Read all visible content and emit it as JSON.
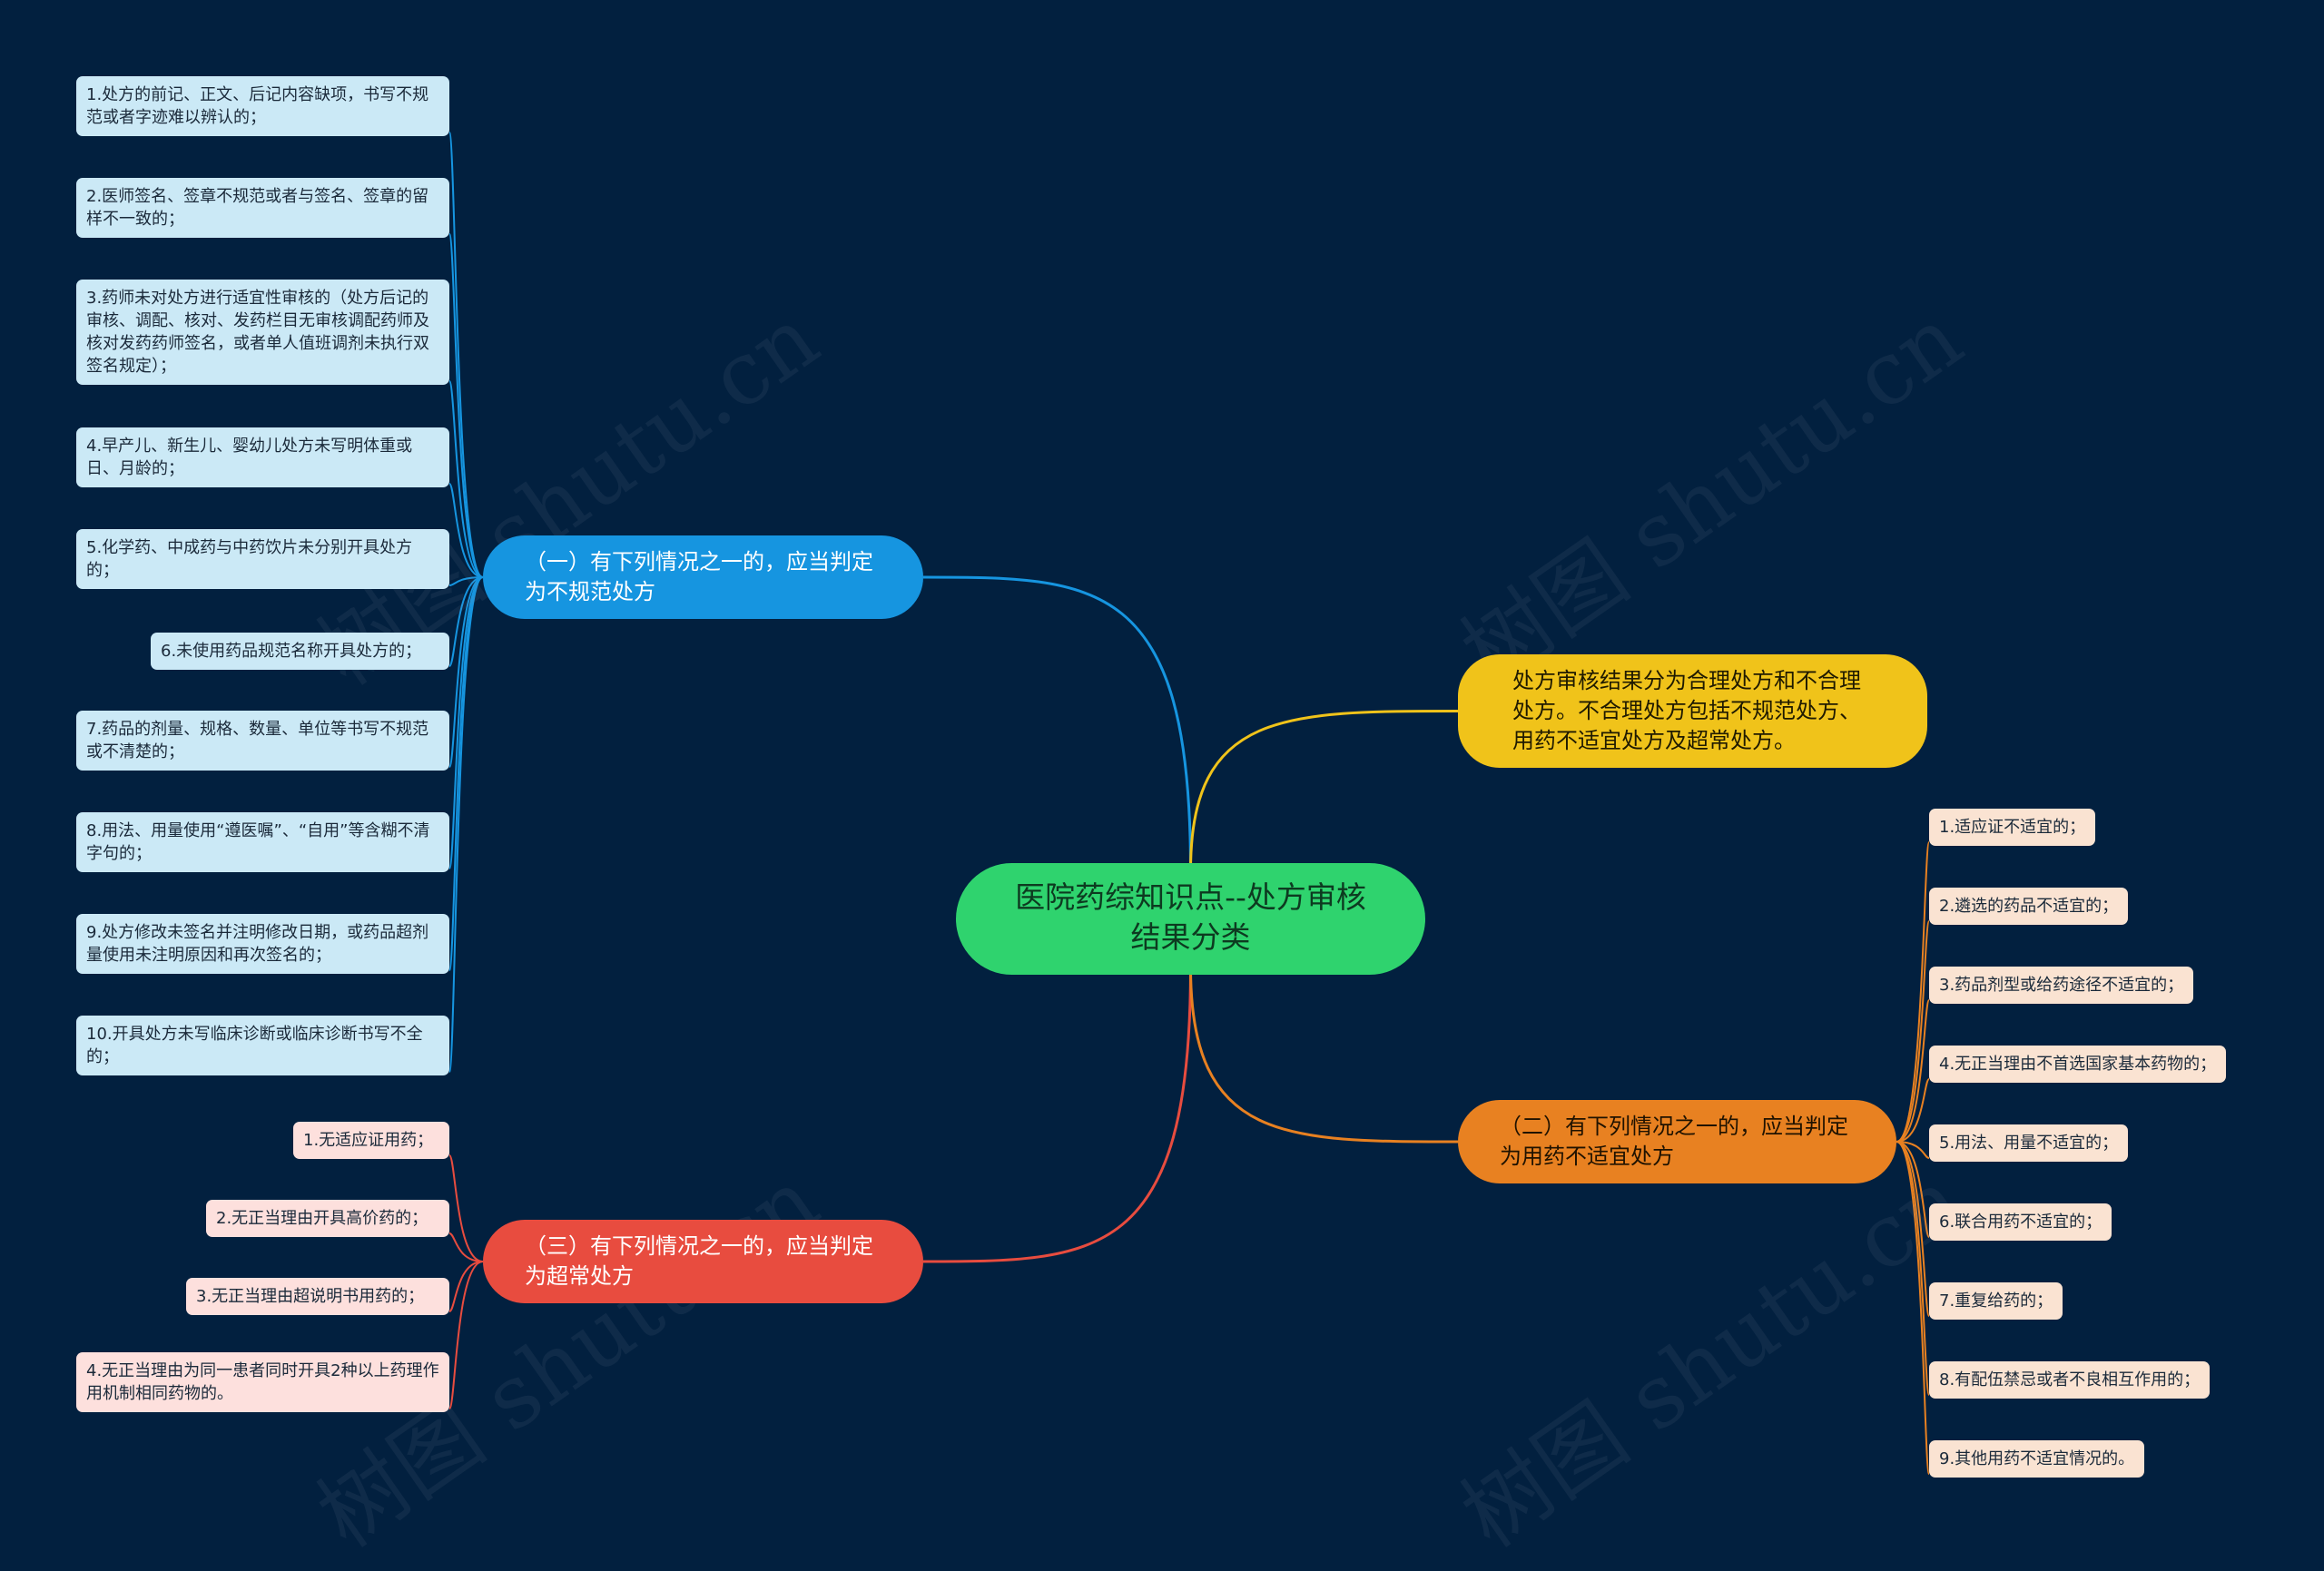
{
  "center": {
    "title": "医院药综知识点--处方审核结果分类"
  },
  "branches": {
    "b1": {
      "label": "（一）有下列情况之一的，应当判定为不规范处方",
      "color": "#1695e0",
      "items": [
        "1.处方的前记、正文、后记内容缺项，书写不规范或者字迹难以辨认的；",
        "2.医师签名、签章不规范或者与签名、签章的留样不一致的；",
        "3.药师未对处方进行适宜性审核的（处方后记的审核、调配、核对、发药栏目无审核调配药师及核对发药药师签名，或者单人值班调剂未执行双签名规定）；",
        "4.早产儿、新生儿、婴幼儿处方未写明体重或日、月龄的；",
        "5.化学药、中成药与中药饮片未分别开具处方的；",
        "6.未使用药品规范名称开具处方的；",
        "7.药品的剂量、规格、数量、单位等书写不规范或不清楚的；",
        "8.用法、用量使用“遵医嘱”、“自用”等含糊不清字句的；",
        "9.处方修改未签名并注明修改日期，或药品超剂量使用未注明原因和再次签名的；",
        "10.开具处方未写临床诊断或临床诊断书写不全的；"
      ]
    },
    "b2": {
      "label": "处方审核结果分为合理处方和不合理处方。不合理处方包括不规范处方、用药不适宜处方及超常处方。",
      "color": "#f0c31a"
    },
    "b3": {
      "label": "（二）有下列情况之一的，应当判定为用药不适宜处方",
      "color": "#e88121",
      "items": [
        "1.适应证不适宜的；",
        "2.遴选的药品不适宜的；",
        "3.药品剂型或给药途径不适宜的；",
        "4.无正当理由不首选国家基本药物的；",
        "5.用法、用量不适宜的；",
        "6.联合用药不适宜的；",
        "7.重复给药的；",
        "8.有配伍禁忌或者不良相互作用的；",
        "9.其他用药不适宜情况的。"
      ]
    },
    "b4": {
      "label": "（三）有下列情况之一的，应当判定为超常处方",
      "color": "#e84c3f",
      "items": [
        "1.无适应证用药；",
        "2.无正当理由开具高价药的；",
        "3.无正当理由超说明书用药的；",
        "4.无正当理由为同一患者同时开具2种以上药理作用机制相同药物的。"
      ]
    }
  },
  "watermark": "树图 shutu.cn",
  "colors": {
    "background": "#02203f",
    "center": "#2fd36e"
  }
}
